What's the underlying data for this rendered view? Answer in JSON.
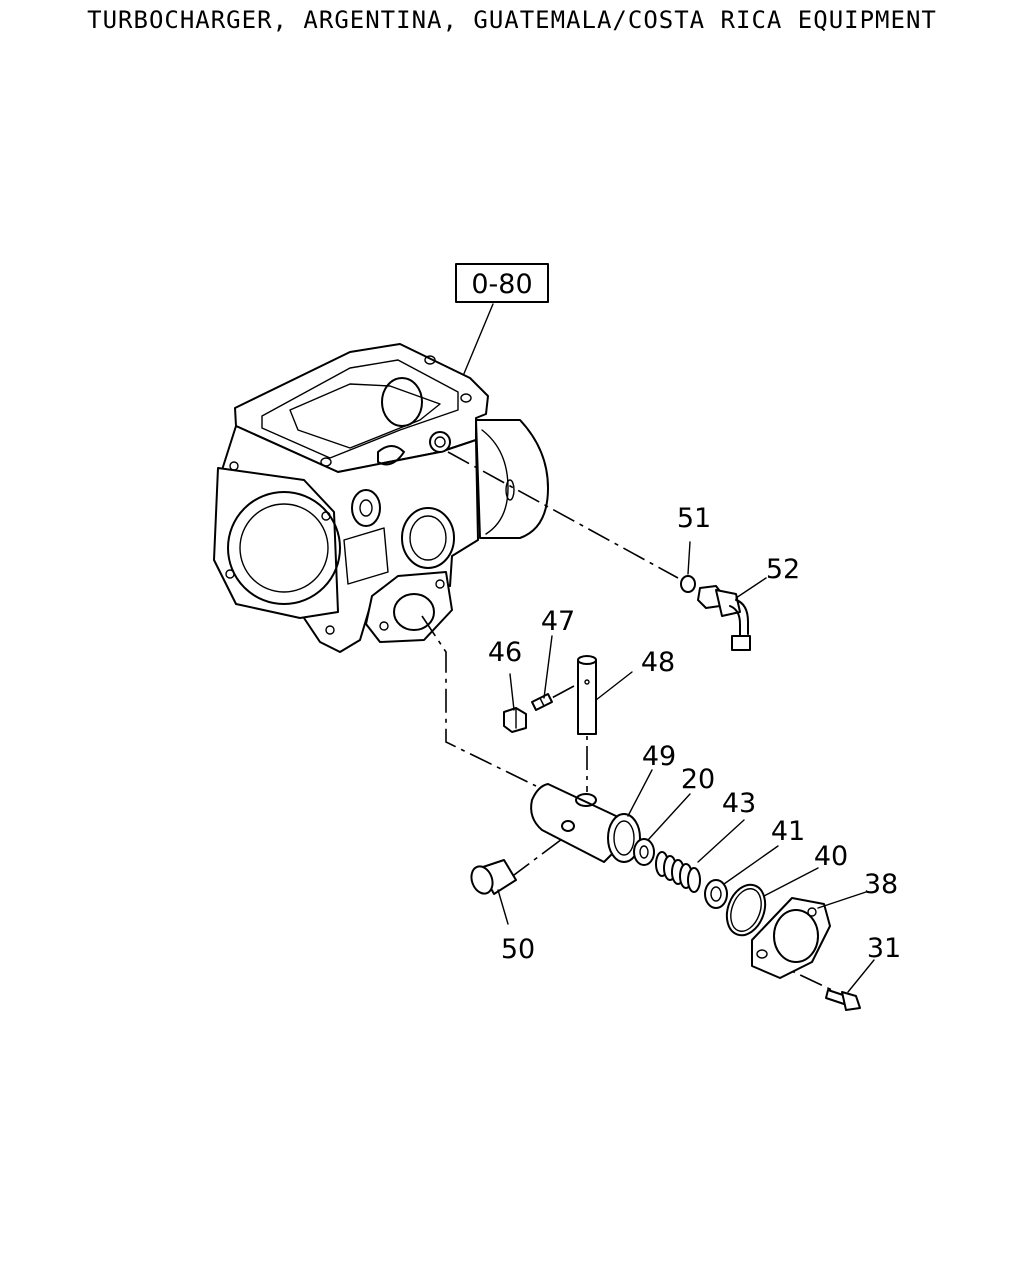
{
  "title": "TURBOCHARGER, ARGENTINA, GUATEMALA/COSTA RICA EQUIPMENT",
  "reference_box": "0-80",
  "callouts": {
    "c51": "51",
    "c52": "52",
    "c47": "47",
    "c46": "46",
    "c48": "48",
    "c49": "49",
    "c20": "20",
    "c43": "43",
    "c41": "41",
    "c40": "40",
    "c38": "38",
    "c31": "31",
    "c50": "50"
  }
}
